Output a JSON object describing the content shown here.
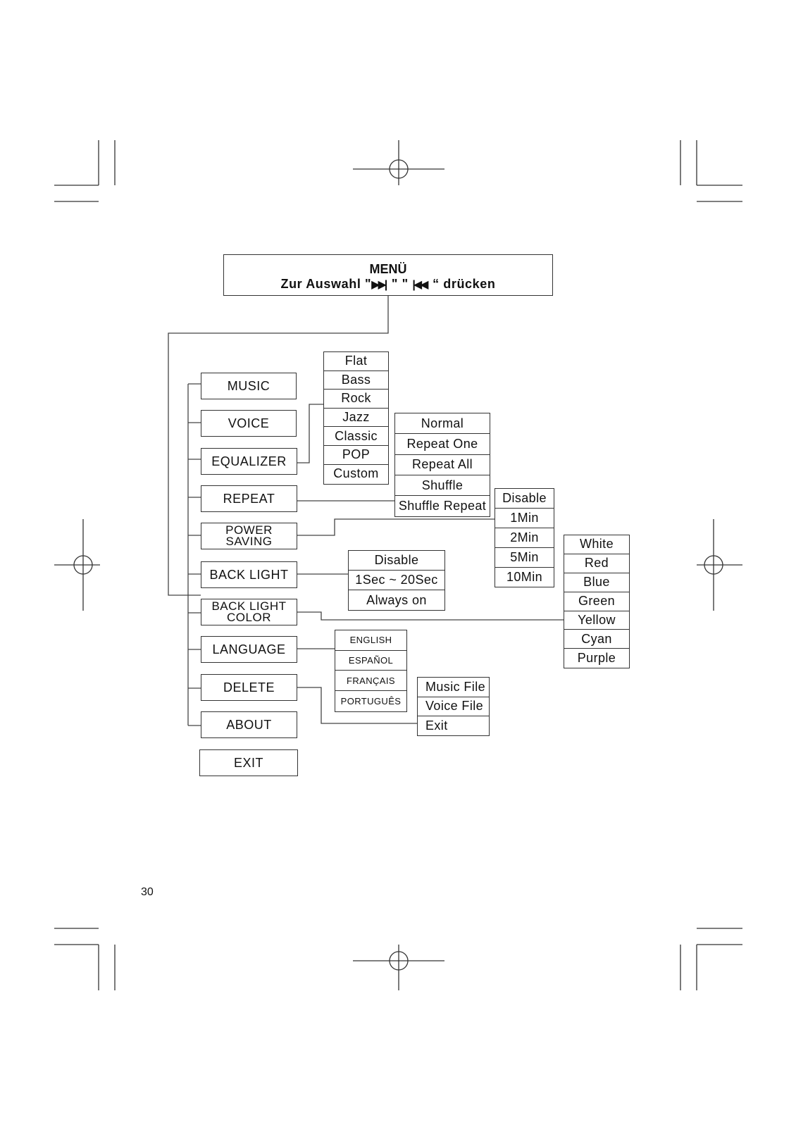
{
  "menu": {
    "title": "MENÜ",
    "instruction_prefix": "Zur Auswahl \"",
    "next_glyph": "▶▶|",
    "instruction_middle": "\" \"",
    "prev_glyph": "|◀◀",
    "instruction_suffix": "“ drücken"
  },
  "main_items": {
    "music": "MUSIC",
    "voice": "VOICE",
    "equalizer": "EQUALIZER",
    "repeat": "REPEAT",
    "power_saving": [
      "POWER",
      "SAVING"
    ],
    "back_light": "BACK LIGHT",
    "back_light_color": [
      "BACK LIGHT",
      "COLOR"
    ],
    "language": "LANGUAGE",
    "delete": "DELETE",
    "about": "ABOUT",
    "exit": "EXIT"
  },
  "equalizer_options": [
    "Flat",
    "Bass",
    "Rock",
    "Jazz",
    "Classic",
    "POP",
    "Custom"
  ],
  "repeat_options": [
    "Normal",
    "Repeat One",
    "Repeat All",
    "Shuffle",
    "Shuffle Repeat"
  ],
  "power_saving_options": [
    "Disable",
    "1Min",
    "2Min",
    "5Min",
    "10Min"
  ],
  "back_light_options": [
    "Disable",
    "1Sec ~ 20Sec",
    "Always on"
  ],
  "color_options": [
    "White",
    "Red",
    "Blue",
    "Green",
    "Yellow",
    "Cyan",
    "Purple"
  ],
  "language_options": [
    "ENGLISH",
    "ESPAÑOL",
    "FRANÇAIS",
    "PORTUGUÊS"
  ],
  "delete_options": [
    "Music File",
    "Voice File",
    "Exit"
  ],
  "page_number": "30"
}
